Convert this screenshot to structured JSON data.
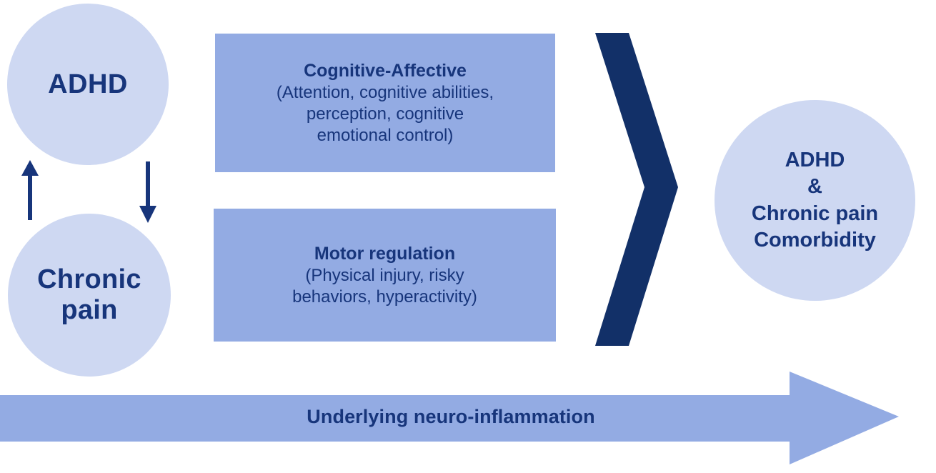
{
  "diagram": {
    "colors": {
      "circle_fill": "#ced8f2",
      "box_fill": "#93abe3",
      "banner_fill": "#93abe3",
      "chevron_fill": "#123068",
      "text_navy": "#17357b",
      "background": "#ffffff"
    },
    "nodes": {
      "adhd_circle": {
        "label": "ADHD"
      },
      "chronic_pain_circle": {
        "line1": "Chronic",
        "line2": "pain"
      },
      "comorbidity_circle": {
        "line1": "ADHD",
        "line2": "&",
        "line3": "Chronic pain",
        "line4": "Comorbidity"
      }
    },
    "boxes": [
      {
        "title": "Cognitive-Affective",
        "detail_line1": "(Attention, cognitive abilities,",
        "detail_line2": "perception, cognitive",
        "detail_line3": "emotional control)"
      },
      {
        "title": "Motor regulation",
        "detail_line1": "(Physical injury, risky",
        "detail_line2": "behaviors, hyperactivity)"
      }
    ],
    "connectors": {
      "up_arrow": "up-arrow-icon",
      "down_arrow": "down-arrow-icon",
      "chevron": "chevron-right-icon",
      "banner_arrow": "right-arrow-icon"
    },
    "banner": {
      "label": "Underlying neuro-inflammation"
    }
  }
}
